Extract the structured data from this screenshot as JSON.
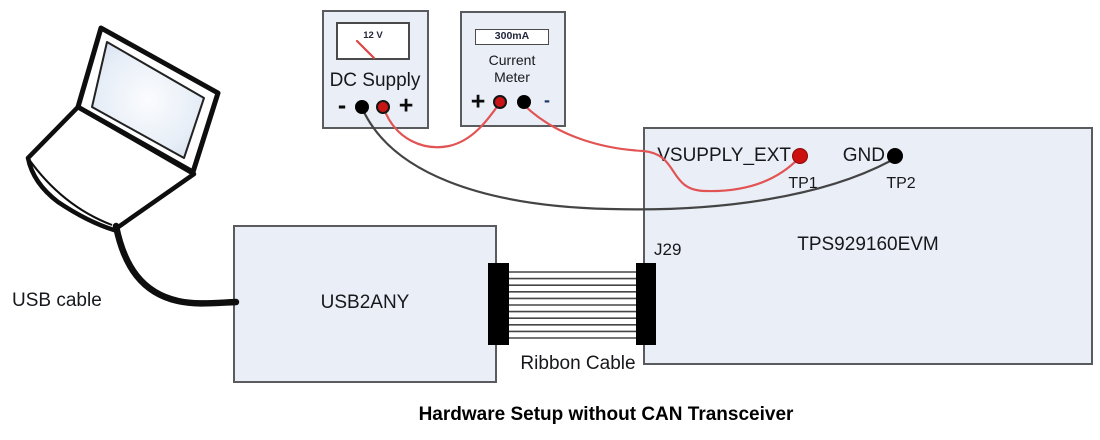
{
  "title": "Hardware Setup without CAN Transceiver",
  "colors": {
    "box_fill": "#e9eef7",
    "box_border": "#595b5e",
    "wire_red": "#e25353",
    "wire_black": "#444444",
    "terminal_red": "#c81414",
    "terminal_black": "#000000"
  },
  "laptop": {
    "cable_label": "USB cable"
  },
  "dc_supply": {
    "label": "DC Supply",
    "display_value": "12 V",
    "minus": "-",
    "plus": "+"
  },
  "current_meter": {
    "label": "Current Meter",
    "display_value": "300mA",
    "plus": "+",
    "minus": "-"
  },
  "usb2any": {
    "label": "USB2ANY"
  },
  "ribbon_cable": {
    "label": "Ribbon Cable"
  },
  "evm": {
    "label": "TPS929160EVM",
    "connector_label": "J29",
    "vsupply_label": "VSUPPLY_EXT",
    "gnd_label": "GND",
    "tp1_label": "TP1",
    "tp2_label": "TP2"
  }
}
